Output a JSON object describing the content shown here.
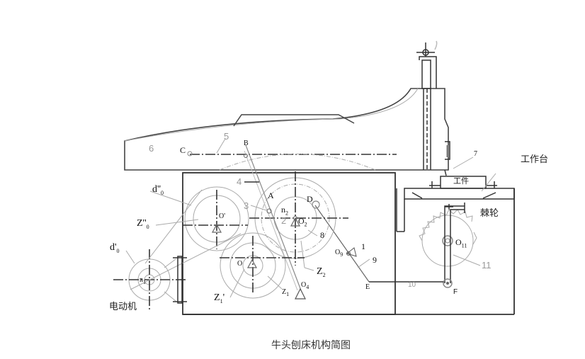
{
  "caption": "牛头刨床机构简图",
  "parts": {
    "ram_number": "6",
    "slider_number": "5",
    "rocker_number": "4",
    "crank_pin_number": "3",
    "crank_gear_number": "2",
    "cam_number": "8",
    "cam_follower_number": "1",
    "link_9_number": "9",
    "link_10_number": "10",
    "ratchet_lever_number": "11",
    "tool_number": "7"
  },
  "points": {
    "C": "C",
    "B": "B",
    "A": "A",
    "D": "D",
    "E": "E",
    "F": "F",
    "O2": "O",
    "O2_sub": "2",
    "n2": "n",
    "n2_sub": "2",
    "O_prime": "O'",
    "O": "O",
    "O4": "O",
    "O4_sub": "4",
    "O9": "O",
    "O9_sub": "9",
    "O11": "O",
    "O11_sub": "11",
    "n1": "n",
    "n1_sub": "1"
  },
  "gear_labels": {
    "d0_double": "d''",
    "d0_double_sub": "0",
    "Z0_double": "Z''",
    "Z0_double_sub": "0",
    "d0_single": "d'",
    "d0_single_sub": "0",
    "Z1_prime": "Z",
    "Z1_prime_sub": "1",
    "Z1_prime_mark": "'",
    "Z1": "Z",
    "Z1_sub": "1",
    "Z2": "Z",
    "Z2_sub": "2"
  },
  "chinese_labels": {
    "motor": "电动机",
    "workpiece": "工件",
    "worktable": "工作台",
    "ratchet": "棘轮"
  }
}
